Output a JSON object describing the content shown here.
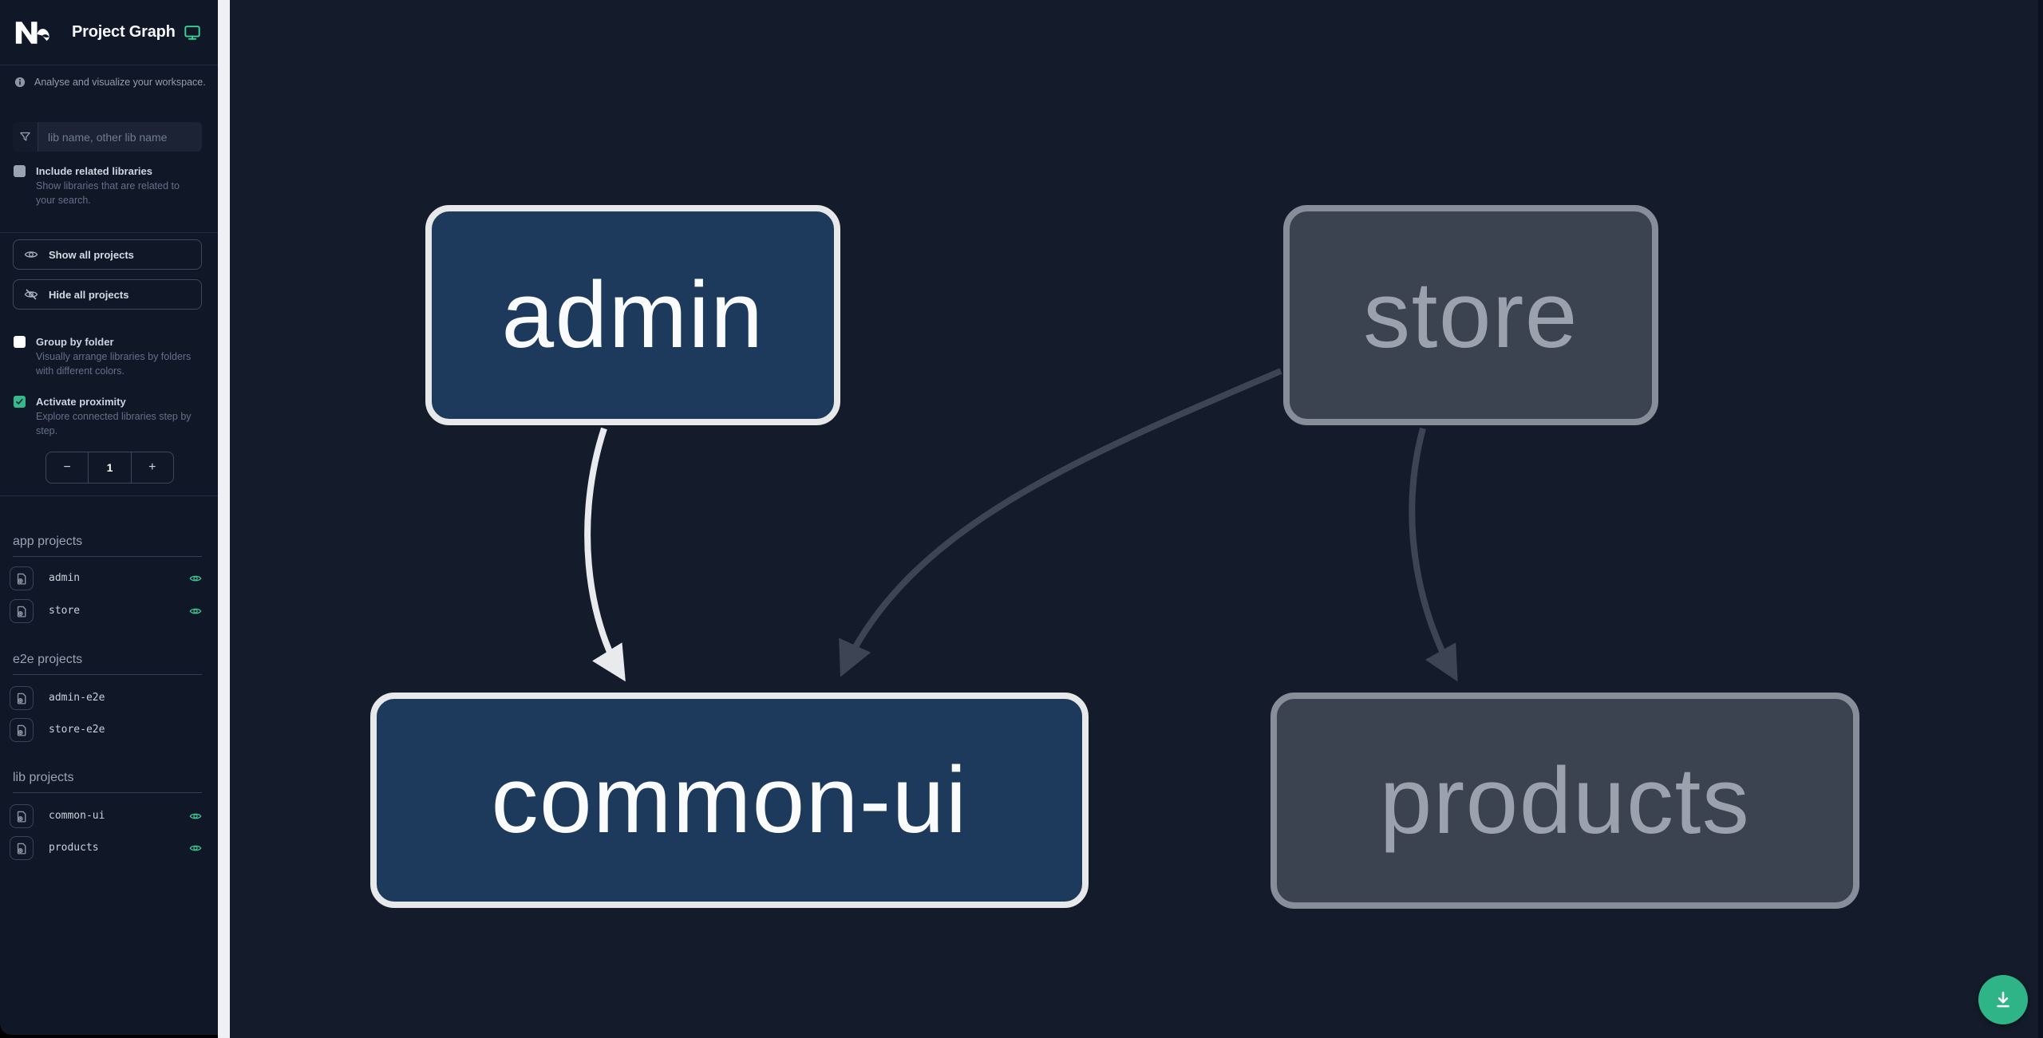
{
  "header": {
    "app_name": "Nx",
    "title": "Project Graph"
  },
  "intro": {
    "text": "Analyse and visualize your workspace."
  },
  "search": {
    "placeholder": "lib name, other lib name"
  },
  "options": {
    "include_related": {
      "label": "Include related libraries",
      "description": "Show libraries that are related to your search.",
      "checked": false
    },
    "group_by_folder": {
      "label": "Group by folder",
      "description": "Visually arrange libraries by folders with different colors.",
      "checked": false
    },
    "activate_proximity": {
      "label": "Activate proximity",
      "description": "Explore connected libraries step by step.",
      "checked": true
    }
  },
  "actions": {
    "show_all_label": "Show all projects",
    "hide_all_label": "Hide all projects"
  },
  "stepper": {
    "decrement_label": "−",
    "value": "1",
    "increment_label": "+"
  },
  "project_sections": [
    {
      "title": "app projects",
      "items": [
        {
          "name": "admin",
          "eye_visible": true
        },
        {
          "name": "store",
          "eye_visible": true
        }
      ]
    },
    {
      "title": "e2e projects",
      "items": [
        {
          "name": "admin-e2e",
          "eye_visible": false
        },
        {
          "name": "store-e2e",
          "eye_visible": false
        }
      ]
    },
    {
      "title": "lib projects",
      "items": [
        {
          "name": "common-ui",
          "eye_visible": true
        },
        {
          "name": "products",
          "eye_visible": true
        }
      ]
    }
  ],
  "graph": {
    "nodes": [
      {
        "id": "admin",
        "label": "admin",
        "type": "app",
        "state": "highlighted"
      },
      {
        "id": "store",
        "label": "store",
        "type": "app",
        "state": "faded"
      },
      {
        "id": "common-ui",
        "label": "common-ui",
        "type": "lib",
        "state": "highlighted"
      },
      {
        "id": "products",
        "label": "products",
        "type": "lib",
        "state": "faded"
      }
    ],
    "edges": [
      {
        "source": "admin",
        "target": "common-ui",
        "state": "highlighted"
      },
      {
        "source": "store",
        "target": "common-ui",
        "state": "faded"
      },
      {
        "source": "store",
        "target": "products",
        "state": "faded"
      }
    ]
  },
  "colors": {
    "accent_green": "#2eb486",
    "eye_green": "#3fbe8e",
    "node_focused_fill": "#1d3a5c",
    "node_focused_border": "#e6e8ea",
    "node_faded_fill": "#3b4250",
    "node_faded_border": "#878e99",
    "edge_highlighted": "#e8eaee",
    "edge_faded": "#3d4554"
  }
}
